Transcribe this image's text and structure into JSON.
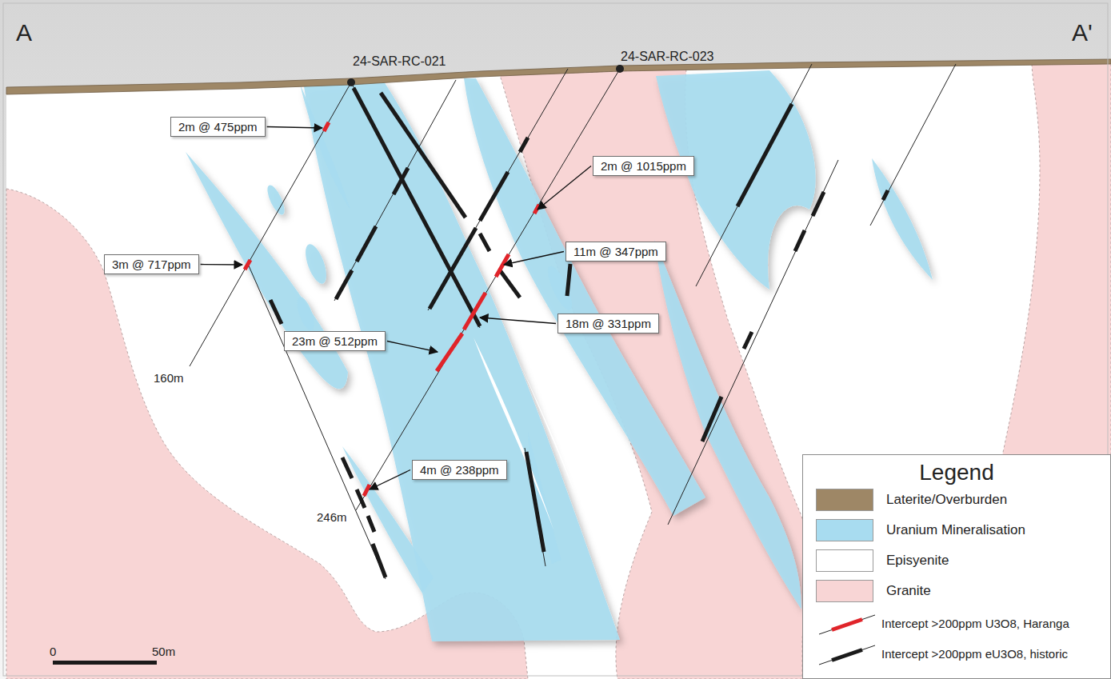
{
  "diagram": {
    "nodes": [
      {
        "text": [
          "2m @ 475ppm"
        ]
      },
      {
        "text": [
          "2m @ 1015ppm"
        ]
      },
      {
        "text": [
          "3m @ 717ppm"
        ]
      },
      {
        "text": [
          "11m @ 347ppm"
        ]
      },
      {
        "text": [
          "18m @ 331ppm"
        ]
      },
      {
        "text": [
          "23m @ 512ppm"
        ]
      },
      {
        "text": [
          "4m @ 238ppm"
        ]
      }
    ],
    "labels": [
      "A",
      "A'",
      "24-SAR-RC-021",
      "24-SAR-RC-023",
      "160m",
      "246m",
      "0",
      "50m",
      "Legend"
    ],
    "legend": [
      {
        "text": "Laterite/Overburden",
        "color": "#9e8766"
      },
      {
        "text": "Uranium Mineralisation",
        "color": "#a8dcf0"
      },
      {
        "text": "Episyenite",
        "color": "#ffffff"
      },
      {
        "text": "Granite",
        "color": "#f8d5d5"
      },
      {
        "text": "Intercept >200ppm U3O8, Haranga"
      },
      {
        "text": "Intercept >200ppm eU3O8, historic"
      }
    ]
  }
}
